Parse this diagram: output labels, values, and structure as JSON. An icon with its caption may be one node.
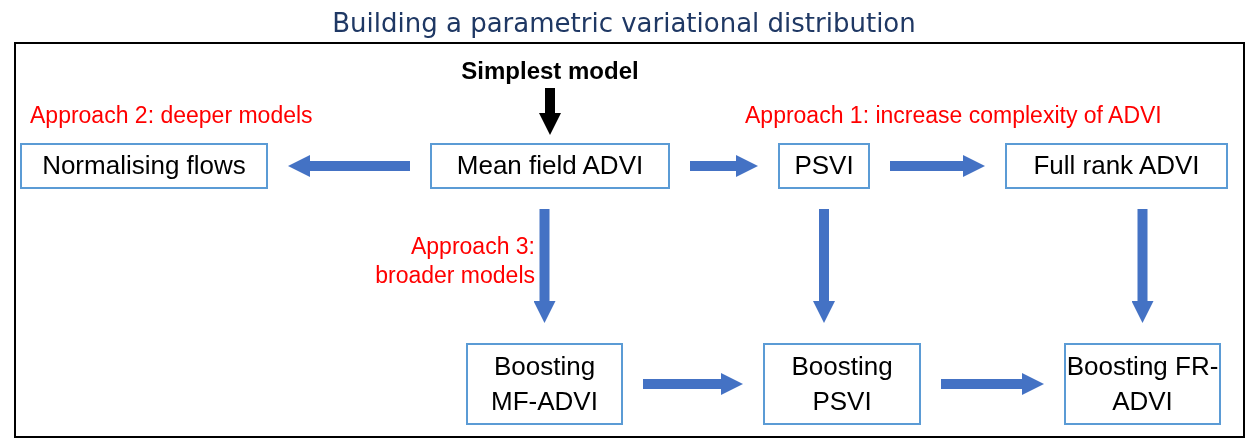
{
  "diagram": {
    "title": "Building a parametric variational distribution",
    "nodes": [
      {
        "text": [
          "Simplest model"
        ]
      },
      {
        "text": [
          "Normalising flows"
        ]
      },
      {
        "text": [
          "Mean field ADVI"
        ]
      },
      {
        "text": [
          "PSVI"
        ]
      },
      {
        "text": [
          "Full rank ADVI"
        ]
      },
      {
        "text": [
          "Boosting MF-ADVI"
        ]
      },
      {
        "text": [
          "Boosting PSVI"
        ]
      },
      {
        "text": [
          "Boosting FR-ADVI"
        ]
      }
    ],
    "edges": [
      {
        "from": 0,
        "to": 2,
        "arrow": "to",
        "color": "#000000"
      },
      {
        "from": 2,
        "to": 1,
        "arrow": "to"
      },
      {
        "from": 2,
        "to": 3,
        "arrow": "to"
      },
      {
        "from": 3,
        "to": 4,
        "arrow": "to"
      },
      {
        "from": 2,
        "to": 5,
        "arrow": "to"
      },
      {
        "from": 3,
        "to": 6,
        "arrow": "to"
      },
      {
        "from": 4,
        "to": 7,
        "arrow": "to"
      },
      {
        "from": 5,
        "to": 6,
        "arrow": "to"
      },
      {
        "from": 6,
        "to": 7,
        "arrow": "to"
      }
    ],
    "labels": [
      "Approach 2: deeper models",
      "Approach 1: increase complexity of ADVI",
      "Approach 3: broader models"
    ]
  }
}
